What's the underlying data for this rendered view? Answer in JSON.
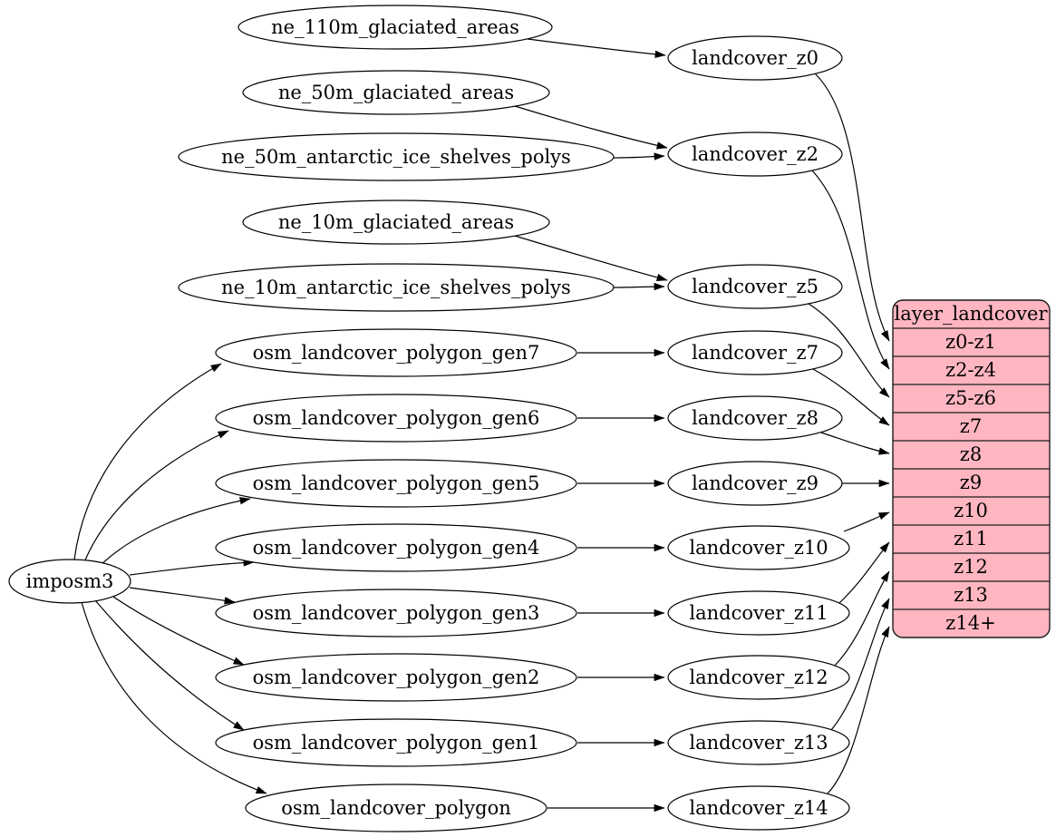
{
  "diagram": {
    "colors": {
      "background": "#ffffff",
      "node_stroke": "#000000",
      "table_fill": "#ffb6c1",
      "edge": "#000000"
    },
    "importer": {
      "label": "imposm3"
    },
    "sources": [
      "ne_110m_glaciated_areas",
      "ne_50m_glaciated_areas",
      "ne_50m_antarctic_ice_shelves_polys",
      "ne_10m_glaciated_areas",
      "ne_10m_antarctic_ice_shelves_polys",
      "osm_landcover_polygon_gen7",
      "osm_landcover_polygon_gen6",
      "osm_landcover_polygon_gen5",
      "osm_landcover_polygon_gen4",
      "osm_landcover_polygon_gen3",
      "osm_landcover_polygon_gen2",
      "osm_landcover_polygon_gen1",
      "osm_landcover_polygon"
    ],
    "transforms": [
      "landcover_z0",
      "landcover_z2",
      "landcover_z5",
      "landcover_z7",
      "landcover_z8",
      "landcover_z9",
      "landcover_z10",
      "landcover_z11",
      "landcover_z12",
      "landcover_z13",
      "landcover_z14"
    ],
    "layer_table": {
      "title": "layer_landcover",
      "rows": [
        "z0-z1",
        "z2-z4",
        "z5-z6",
        "z7",
        "z8",
        "z9",
        "z10",
        "z11",
        "z12",
        "z13",
        "z14+"
      ]
    },
    "edges": [
      {
        "from": "imposm3",
        "to": "osm_landcover_polygon_gen7"
      },
      {
        "from": "imposm3",
        "to": "osm_landcover_polygon_gen6"
      },
      {
        "from": "imposm3",
        "to": "osm_landcover_polygon_gen5"
      },
      {
        "from": "imposm3",
        "to": "osm_landcover_polygon_gen4"
      },
      {
        "from": "imposm3",
        "to": "osm_landcover_polygon_gen3"
      },
      {
        "from": "imposm3",
        "to": "osm_landcover_polygon_gen2"
      },
      {
        "from": "imposm3",
        "to": "osm_landcover_polygon_gen1"
      },
      {
        "from": "imposm3",
        "to": "osm_landcover_polygon"
      },
      {
        "from": "ne_110m_glaciated_areas",
        "to": "landcover_z0"
      },
      {
        "from": "ne_50m_glaciated_areas",
        "to": "landcover_z2"
      },
      {
        "from": "ne_50m_antarctic_ice_shelves_polys",
        "to": "landcover_z2"
      },
      {
        "from": "ne_10m_glaciated_areas",
        "to": "landcover_z5"
      },
      {
        "from": "ne_10m_antarctic_ice_shelves_polys",
        "to": "landcover_z5"
      },
      {
        "from": "osm_landcover_polygon_gen7",
        "to": "landcover_z7"
      },
      {
        "from": "osm_landcover_polygon_gen6",
        "to": "landcover_z8"
      },
      {
        "from": "osm_landcover_polygon_gen5",
        "to": "landcover_z9"
      },
      {
        "from": "osm_landcover_polygon_gen4",
        "to": "landcover_z10"
      },
      {
        "from": "osm_landcover_polygon_gen3",
        "to": "landcover_z11"
      },
      {
        "from": "osm_landcover_polygon_gen2",
        "to": "landcover_z12"
      },
      {
        "from": "osm_landcover_polygon_gen1",
        "to": "landcover_z13"
      },
      {
        "from": "osm_landcover_polygon",
        "to": "landcover_z14"
      },
      {
        "from": "landcover_z0",
        "to": "layer_landcover.z0-z1"
      },
      {
        "from": "landcover_z2",
        "to": "layer_landcover.z2-z4"
      },
      {
        "from": "landcover_z5",
        "to": "layer_landcover.z5-z6"
      },
      {
        "from": "landcover_z7",
        "to": "layer_landcover.z7"
      },
      {
        "from": "landcover_z8",
        "to": "layer_landcover.z8"
      },
      {
        "from": "landcover_z9",
        "to": "layer_landcover.z9"
      },
      {
        "from": "landcover_z10",
        "to": "layer_landcover.z10"
      },
      {
        "from": "landcover_z11",
        "to": "layer_landcover.z11"
      },
      {
        "from": "landcover_z12",
        "to": "layer_landcover.z12"
      },
      {
        "from": "landcover_z13",
        "to": "layer_landcover.z13"
      },
      {
        "from": "landcover_z14",
        "to": "layer_landcover.z14+"
      }
    ]
  }
}
